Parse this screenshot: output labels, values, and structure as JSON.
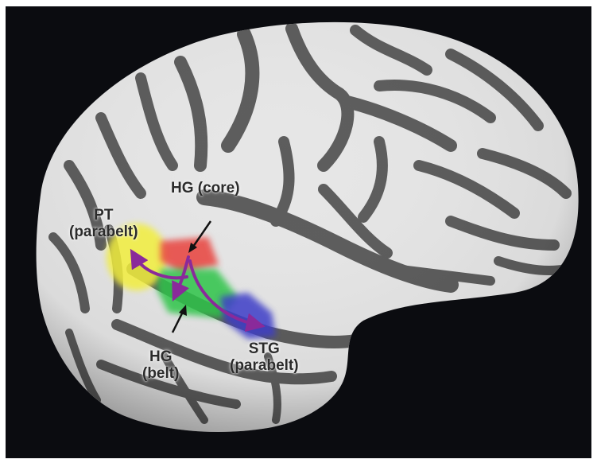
{
  "labels": {
    "hg_core": "HG (core)",
    "pt_line1": "PT",
    "pt_line2": "(parabelt)",
    "hg_belt_line1": "HG",
    "hg_belt_line2": "(belt)",
    "stg_line1": "STG",
    "stg_line2": "(parabelt)"
  },
  "colors": {
    "background": "#0b0c10",
    "gyri": "#e6e6e6",
    "sulci": "#5c5c5c",
    "core_region": "#e8423c",
    "belt_region": "#2fc44a",
    "pt_region": "#f2ee3c",
    "stg_region": "#3c3cc8",
    "flow_arrows": "#8a2a9a",
    "label_arrows": "#111111"
  }
}
